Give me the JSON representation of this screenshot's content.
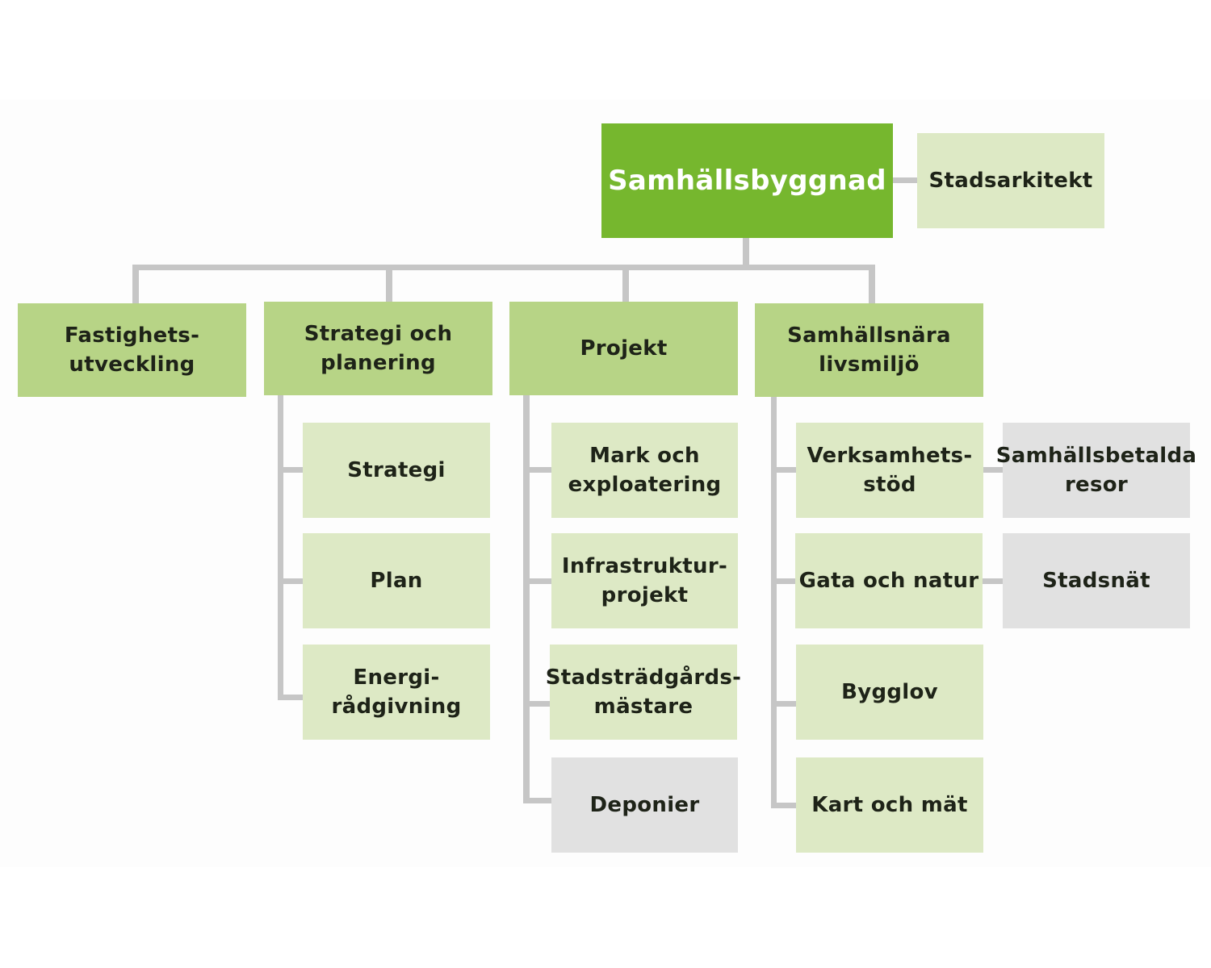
{
  "colors": {
    "root": "#76b72e",
    "department": "#b7d486",
    "unit": "#dde9c5",
    "external": "#e1e1e1",
    "connector": "#c6c6c6",
    "text_dark": "#1e2318",
    "text_light": "#ffffff"
  },
  "root": {
    "label": "Samhällsbyggnad",
    "staff": {
      "label": "Stadsarkitekt"
    }
  },
  "departments": [
    {
      "label": "Fastighets-\nutveckling",
      "units": []
    },
    {
      "label": "Strategi och\nplanering",
      "units": [
        {
          "label": "Strategi"
        },
        {
          "label": "Plan"
        },
        {
          "label": "Energi-\nrådgivning"
        }
      ]
    },
    {
      "label": "Projekt",
      "units": [
        {
          "label": "Mark och\nexploatering"
        },
        {
          "label": "Infrastruktur-\nprojekt"
        },
        {
          "label": "Stadsträdgårds-\nmästare"
        },
        {
          "label": "Deponier",
          "type": "external"
        }
      ]
    },
    {
      "label": "Samhällsnära\nlivsmiljö",
      "units": [
        {
          "label": "Verksamhets-\nstöd",
          "linked": {
            "label": "Samhällsbetalda\nresor",
            "type": "external"
          }
        },
        {
          "label": "Gata och natur",
          "linked": {
            "label": "Stadsnät",
            "type": "external"
          }
        },
        {
          "label": "Bygglov"
        },
        {
          "label": "Kart och mät"
        }
      ]
    }
  ]
}
